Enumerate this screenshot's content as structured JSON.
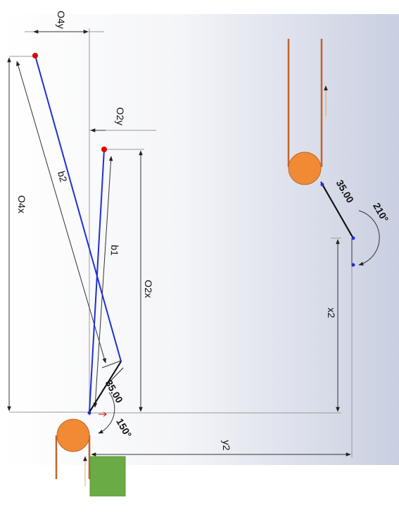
{
  "labels": {
    "o4y": "O4y",
    "o2y": "O2y",
    "o4x": "O4x",
    "o2x": "O2x",
    "b1": "b1",
    "b2": "b2",
    "x2": "x2",
    "y2": "y2"
  },
  "dimensions": {
    "crank_left": "35.00",
    "crank_right": "35.00",
    "angle_left": "150°",
    "angle_right": "210°"
  },
  "colors": {
    "link": "#1f2fd6",
    "wheel": "#f08a35",
    "rope": "#c0652a",
    "block": "#6aab45",
    "pivot": "#e00000",
    "dimension": "#333333",
    "extension": "#999999"
  }
}
